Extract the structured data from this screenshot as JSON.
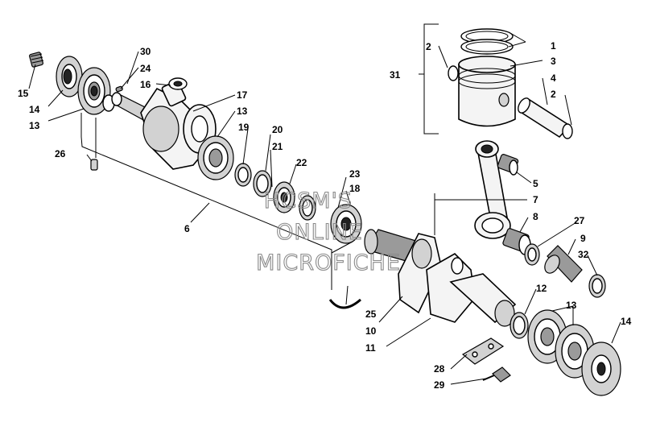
{
  "callouts": {
    "c30": "30",
    "c24": "24",
    "c16": "16",
    "c15": "15",
    "c14a": "14",
    "c13a": "13",
    "c17": "17",
    "c13b": "13",
    "c19": "19",
    "c20": "20",
    "c21": "21",
    "c22": "22",
    "c23": "23",
    "c18": "18",
    "c26": "26",
    "c6": "6",
    "c1": "1",
    "c2a": "2",
    "c3": "3",
    "c4": "4",
    "c2b": "2",
    "c31": "31",
    "c5": "5",
    "c7": "7",
    "c8": "8",
    "c27": "27",
    "c9": "9",
    "c32": "32",
    "c12": "12",
    "c13c": "13",
    "c14b": "14",
    "c25": "25",
    "c10": "10",
    "c11": "11",
    "c28": "28",
    "c29": "29"
  },
  "watermark": {
    "line1": "HCSM'S",
    "line2": "ONLINE",
    "line3": "MICROFICHE"
  }
}
